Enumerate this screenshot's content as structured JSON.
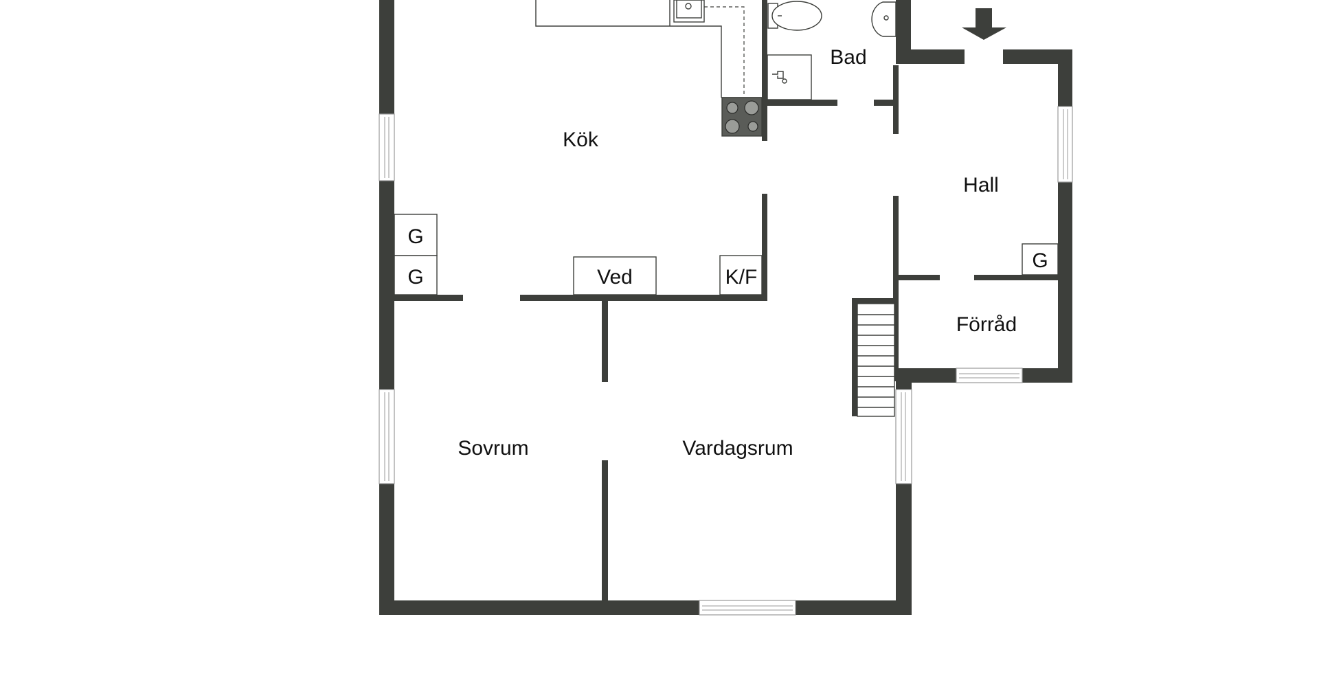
{
  "rooms": {
    "kok": "Kök",
    "bad": "Bad",
    "hall": "Hall",
    "forrad": "Förråd",
    "sovrum": "Sovrum",
    "vardagsrum": "Vardagsrum"
  },
  "fixtures": {
    "garderob": "G",
    "ved": "Ved",
    "kyl_frys": "K/F"
  },
  "colors": {
    "wall": "#3d3f3b",
    "background": "#ffffff"
  },
  "icons": [
    "entrance-arrow-icon",
    "toilet-icon",
    "sink-icon",
    "stove-icon",
    "staircase-icon"
  ]
}
